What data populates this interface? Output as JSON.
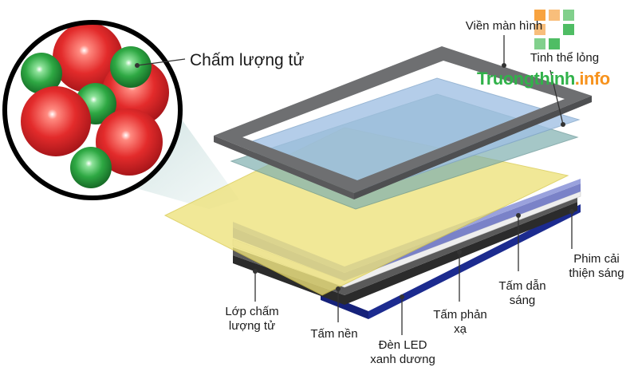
{
  "labels": {
    "quantum_dot": "Chấm lượng tử",
    "screen_frame": "Viền màn hình",
    "liquid_crystal": "Tinh thể lỏng",
    "brightness_film": "Phim cải\nthiện sáng",
    "light_guide": "Tấm dẫn\nsáng",
    "reflector": "Tấm phản\nxạ",
    "blue_led": "Đèn LED\nxanh dương",
    "base_plate": "Tấm nền",
    "qd_layer": "Lớp chấm\nlượng tử"
  },
  "watermark": {
    "part1": "Truongthinh",
    "part2": ".info"
  },
  "colors": {
    "frame": "#6e6f71",
    "qd_film": "#eee27a",
    "blue_led_strip": "#1c2b8f",
    "base": "#2b2b2b",
    "red_dot": "#e32b2b",
    "green_dot": "#2ea843"
  }
}
